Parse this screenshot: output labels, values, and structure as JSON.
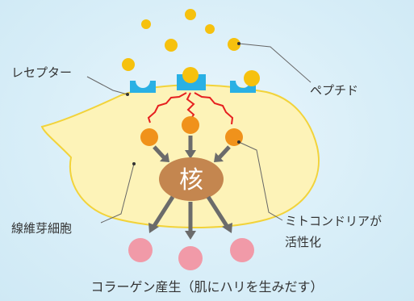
{
  "labels": {
    "receptor": "レセプター",
    "peptide": "ペプチド",
    "fibroblast": "線維芽細胞",
    "mitochondria_line1": "ミトコンドリアが",
    "mitochondria_line2": "活性化",
    "nucleus": "核",
    "collagen": "コラーゲン産生（肌にハリを生みだす）"
  },
  "colors": {
    "background": "#d8eef8",
    "cell_fill": "#fdf3b8",
    "cell_stroke": "#f2d33a",
    "receptor": "#29b0e4",
    "peptide": "#f6c10e",
    "mitochondria": "#f0921b",
    "nucleus": "#c4864f",
    "arrow": "#6b6b6b",
    "signal": "#e62020",
    "collagen": "#f19aa8"
  }
}
